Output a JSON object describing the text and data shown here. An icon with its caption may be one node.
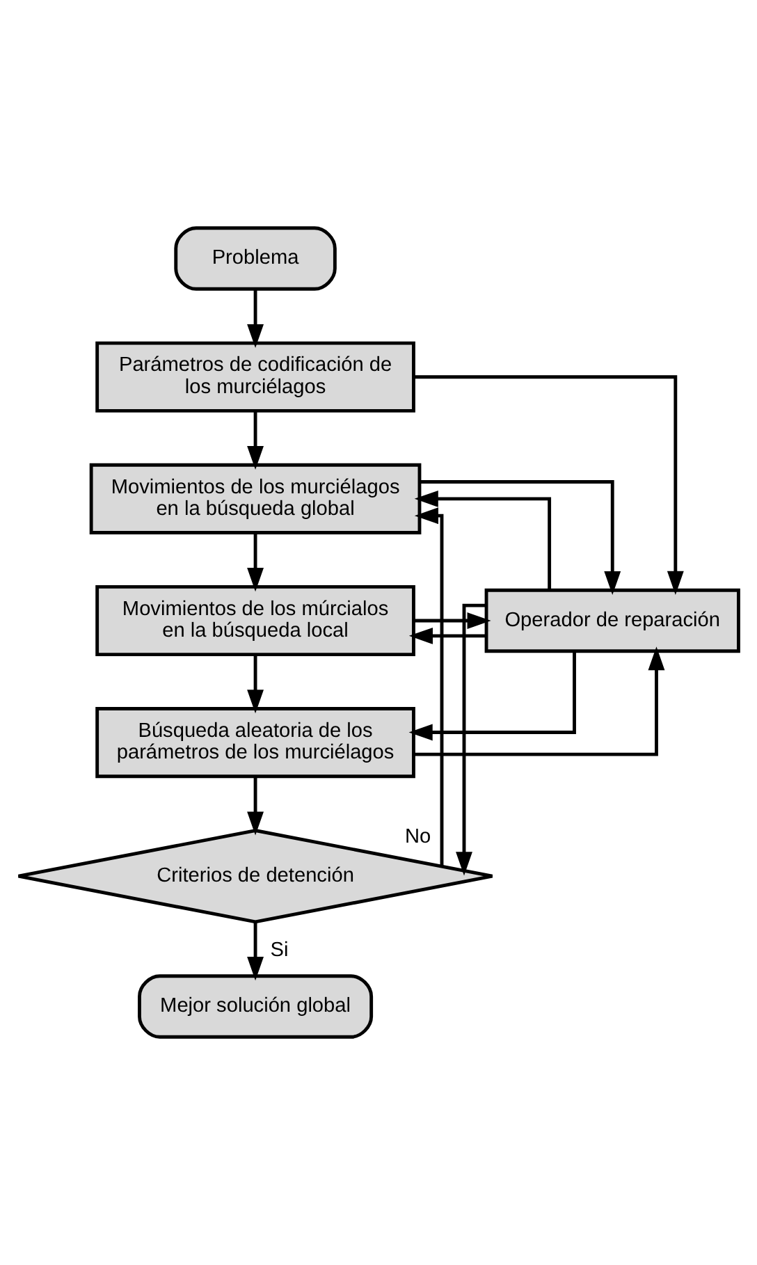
{
  "diagram": {
    "nodes": [
      {
        "text": [
          "Problema"
        ]
      },
      {
        "text": [
          "Parámetros de codificación de los murciélagos"
        ]
      },
      {
        "text": [
          "Movimientos de los murciélagos en la búsqueda global"
        ]
      },
      {
        "text": [
          "Movimientos de los múrcialos en la búsqueda local"
        ]
      },
      {
        "text": [
          "Operador de reparación"
        ]
      },
      {
        "text": [
          "Búsqueda aleatoria de los parámetros de los murciélagos"
        ]
      },
      {
        "text": [
          "Criterios de detención"
        ]
      },
      {
        "text": [
          "Mejor solución global"
        ]
      }
    ],
    "edges": [
      {
        "from": 0,
        "to": 1,
        "arrow": "to"
      },
      {
        "from": 1,
        "to": 2,
        "arrow": "to"
      },
      {
        "from": 2,
        "to": 3,
        "arrow": "to"
      },
      {
        "from": 3,
        "to": 5,
        "arrow": "to"
      },
      {
        "from": 5,
        "to": 6,
        "arrow": "to"
      },
      {
        "from": 6,
        "to": 7,
        "label": "Si",
        "arrow": "to"
      },
      {
        "from": 6,
        "to": 2,
        "label": "No",
        "arrow": "to"
      },
      {
        "from": 1,
        "to": 4,
        "arrow": "to"
      },
      {
        "from": 4,
        "to": 2,
        "arrow": "to"
      },
      {
        "from": 2,
        "to": 4,
        "arrow": "to"
      },
      {
        "from": 4,
        "to": 3,
        "arrow": "to"
      },
      {
        "from": 3,
        "to": 4,
        "arrow": "to"
      },
      {
        "from": 4,
        "to": 5,
        "arrow": "to"
      },
      {
        "from": 5,
        "to": 4,
        "arrow": "to"
      },
      {
        "from": 4,
        "to": 6,
        "arrow": "to"
      }
    ]
  }
}
